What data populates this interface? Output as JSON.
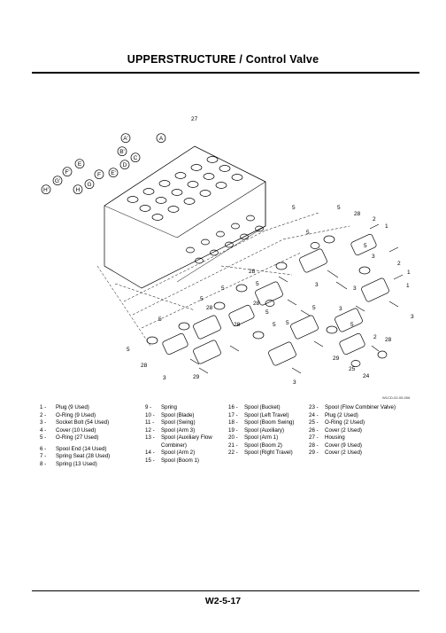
{
  "header": {
    "title": "UPPERSTRUCTURE / Control Valve"
  },
  "footer": {
    "page_number": "W2-5-17"
  },
  "figure": {
    "figure_id": "W1CD-02-05-006",
    "callouts": {
      "top": "27",
      "letters": [
        "A'",
        "A",
        "B'",
        "C",
        "D",
        "E'",
        "E",
        "F'",
        "F",
        "G'",
        "G",
        "H'",
        "H"
      ],
      "right": [
        "5",
        "5",
        "28",
        "2",
        "1",
        "5",
        "3",
        "2",
        "1",
        "5",
        "3",
        "1",
        "3",
        "5",
        "2",
        "28",
        "25",
        "24",
        "29"
      ],
      "lower": [
        "28",
        "5",
        "3",
        "28",
        "5",
        "5",
        "28",
        "5",
        "5",
        "3",
        "5",
        "5",
        "28",
        "3",
        "29",
        "28",
        "3",
        "5",
        "5"
      ]
    }
  },
  "legend": {
    "col1": [
      {
        "num": "1 -",
        "text": "Plug (9 Used)"
      },
      {
        "num": "2 -",
        "text": "O-Ring (9 Used)"
      },
      {
        "num": "3 -",
        "text": "Socket Bolt (54 Used)"
      },
      {
        "num": "4 -",
        "text": "Cover (10 Used)"
      },
      {
        "num": "5 -",
        "text": "O-Ring (27 Used)"
      },
      {
        "num": "6 -",
        "text": "Spool End (14 Used)"
      },
      {
        "num": "7 -",
        "text": "Spring Seat (28 Used)"
      },
      {
        "num": "8 -",
        "text": "Spring (13 Used)"
      }
    ],
    "col2": [
      {
        "num": "9 -",
        "text": "Spring"
      },
      {
        "num": "10 -",
        "text": "Spool (Blade)"
      },
      {
        "num": "11 -",
        "text": "Spool (Swing)"
      },
      {
        "num": "12 -",
        "text": "Spool (Arm 3)"
      },
      {
        "num": "13 -",
        "text": "Spool (Auxiliary Flow",
        "cont": "Combiner)"
      },
      {
        "num": "14 -",
        "text": "Spool (Arm 2)"
      },
      {
        "num": "15 -",
        "text": "Spool (Boom 1)"
      }
    ],
    "col3": [
      {
        "num": "16 -",
        "text": "Spool (Bucket)"
      },
      {
        "num": "17 -",
        "text": "Spool (Left Travel)"
      },
      {
        "num": "18 -",
        "text": "Spool (Boom Swing)"
      },
      {
        "num": "19 -",
        "text": "Spool (Auxiliary)"
      },
      {
        "num": "20 -",
        "text": "Spool (Arm 1)"
      },
      {
        "num": "21 -",
        "text": "Spool (Boom 2)"
      },
      {
        "num": "22 -",
        "text": "Spool (Right Travel)"
      }
    ],
    "col4": [
      {
        "num": "23 -",
        "text": "Spool (Flow Combiner Valve)"
      },
      {
        "num": "24 -",
        "text": "Plug (2 Used)"
      },
      {
        "num": "25 -",
        "text": "O-Ring (2 Used)"
      },
      {
        "num": "26 -",
        "text": "Cover (2 Used)"
      },
      {
        "num": "27 -",
        "text": "Housing"
      },
      {
        "num": "28 -",
        "text": "Cover (9 Used)"
      },
      {
        "num": "29 -",
        "text": "Cover (2 Used)"
      }
    ]
  }
}
